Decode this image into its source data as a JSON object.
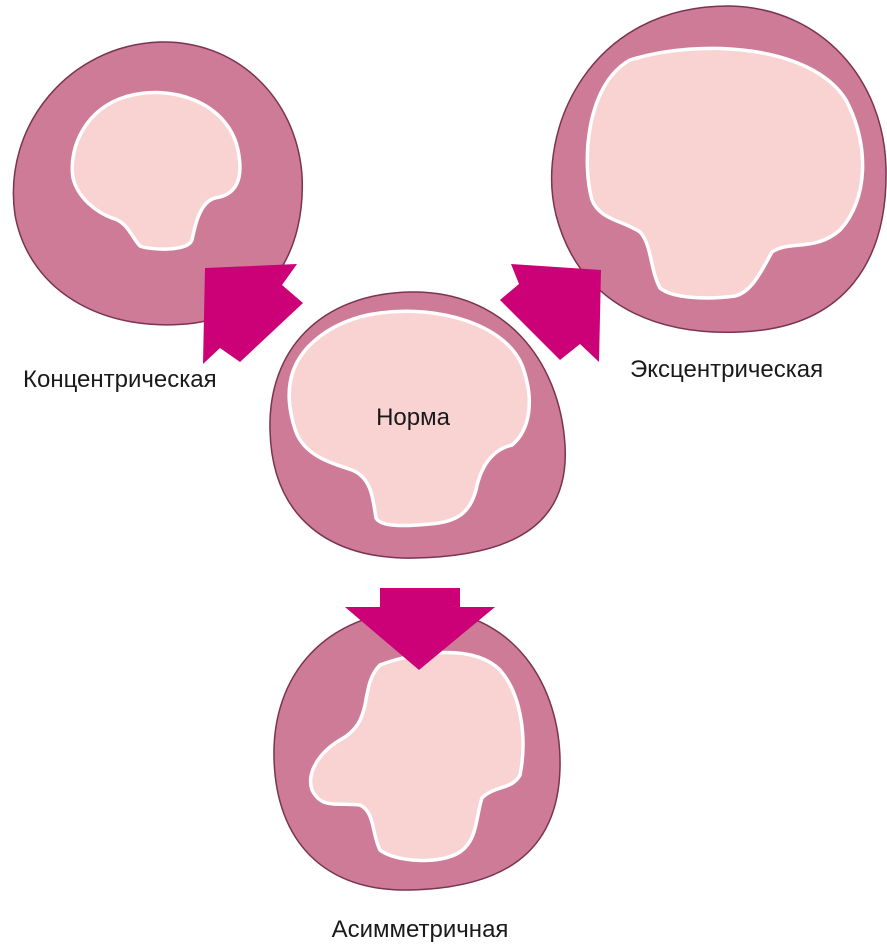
{
  "labels": {
    "concentric": "Концентрическая",
    "eccentric": "Эксцентрическая",
    "normal": "Норма",
    "asymmetric": "Асимметричная"
  },
  "colors": {
    "wall": "#cd7b96",
    "wall_stroke": "#7a3350",
    "cavity": "#f9d3d2",
    "cavity_stroke": "#ffffff",
    "arrow": "#cc0077",
    "text": "#1a1a1a"
  }
}
